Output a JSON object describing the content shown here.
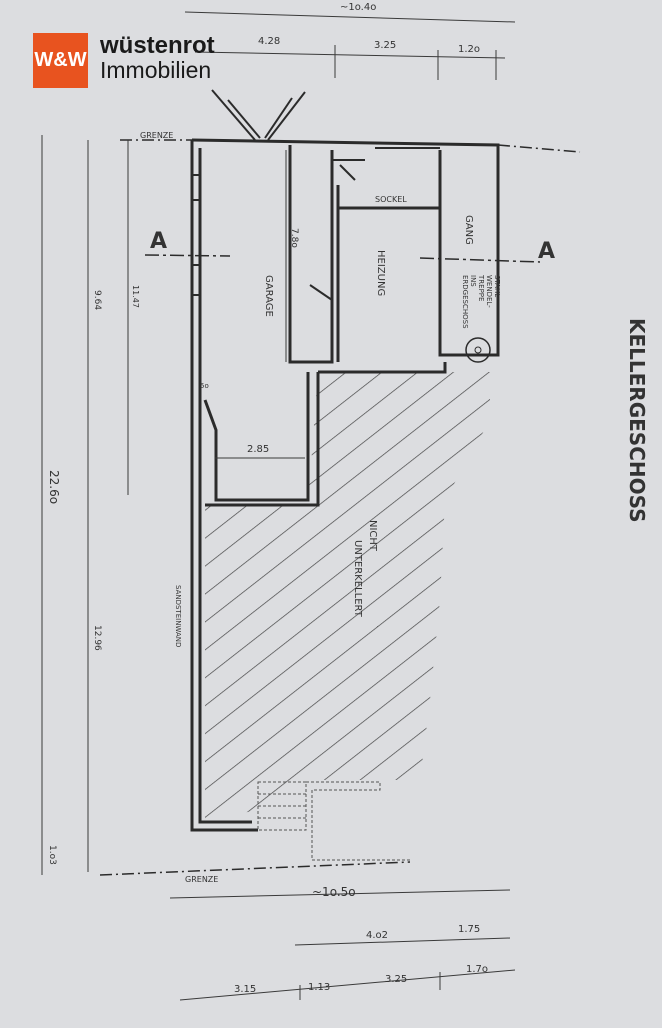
{
  "brand": {
    "logo_mark": "W&W",
    "name": "wüstenrot",
    "sub": "Immobilien"
  },
  "plan": {
    "title": "KELLERGESCHOSS",
    "section_mark": "A",
    "boundary": "GRENZE",
    "rooms": {
      "garage": "GARAGE",
      "heating": "HEIZUNG",
      "corridor": "GANG",
      "base": "SOCKEL",
      "not_basement_1": "NICHT",
      "not_basement_2": "UNTERKELLERT",
      "wall": "SANDSTEINWAND"
    },
    "stair": [
      "STAHL-",
      "WENDEL-",
      "TREPPE",
      "INS",
      "ERDGESCHOSS"
    ],
    "dims": {
      "top_total": "~1o.4o",
      "top_a": "4.28",
      "top_b": "3.25",
      "top_c": "1.2o",
      "total_length": "22.6o",
      "left_a": "9.64",
      "left_b": "12.96",
      "left_c": "1.o3",
      "inner_a": "11.47",
      "garage_len": "7.8o",
      "garage_w": "2.85",
      "small": "5o",
      "bot_total": "~1o.5o",
      "bot_a": "4.o2",
      "bot_b": "1.75",
      "bot_c": "3.15",
      "bot_d": "1.13",
      "bot_e": "3.25",
      "bot_f": "1.7o"
    }
  }
}
